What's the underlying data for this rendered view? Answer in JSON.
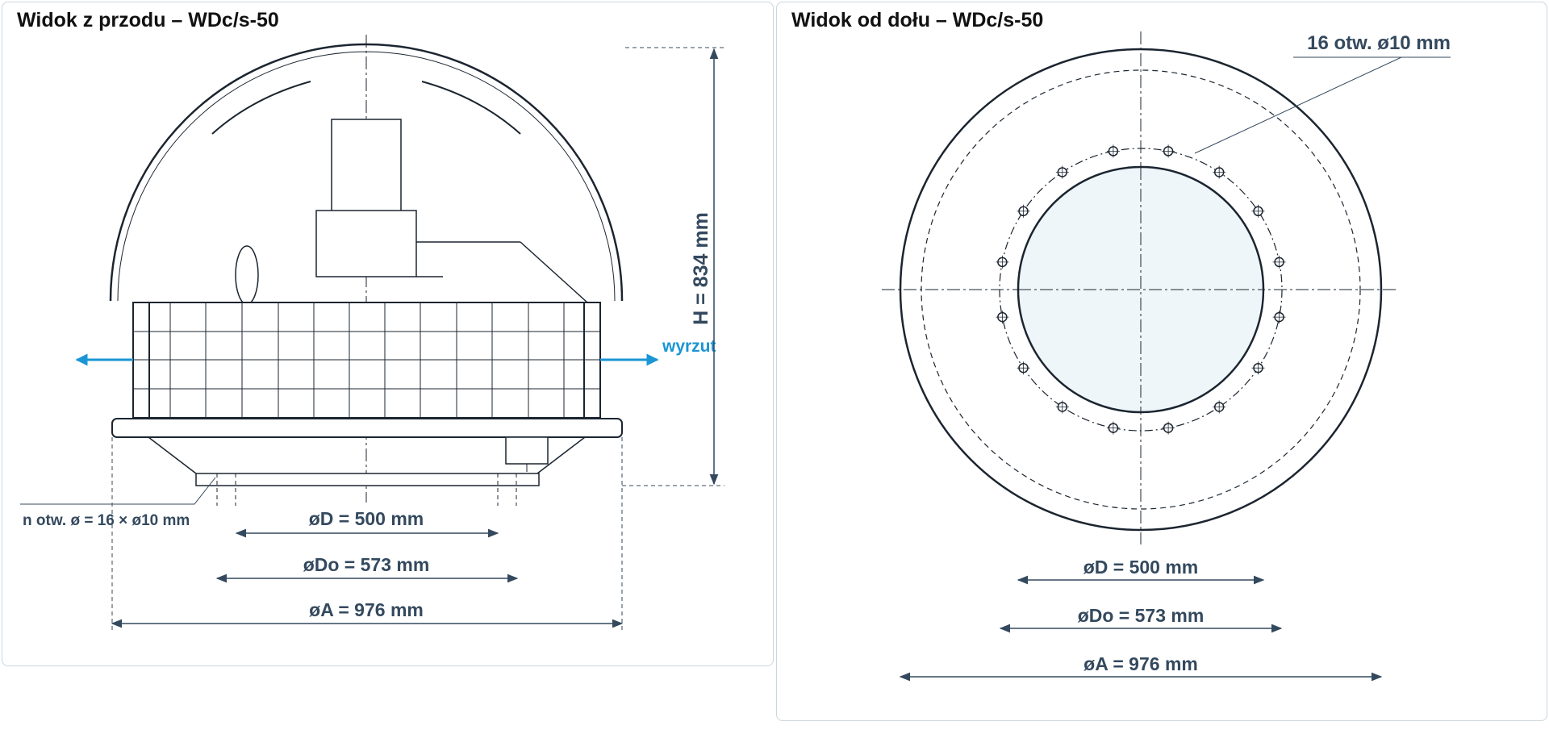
{
  "colors": {
    "line": "#1b2530",
    "dim": "#34495e",
    "accent": "#1a96d5",
    "fill_light": "#eef6fa",
    "panel_border": "#c9d6dd"
  },
  "front_view": {
    "title": "Widok z przodu – WDc/s-50",
    "height_label": "H = 834 mm",
    "outlet_label": "wyrzut",
    "holes_label": "n otw. ø = 16 × ø10 mm",
    "dim_D": "øD = 500 mm",
    "dim_Do": "øDo = 573 mm",
    "dim_A": "øA = 976 mm"
  },
  "bottom_view": {
    "title": "Widok od dołu – WDc/s-50",
    "holes_label": "16 otw. ø10 mm",
    "hole_count": 16,
    "dim_D": "øD = 500 mm",
    "dim_Do": "øDo = 573 mm",
    "dim_A": "øA = 976 mm"
  }
}
